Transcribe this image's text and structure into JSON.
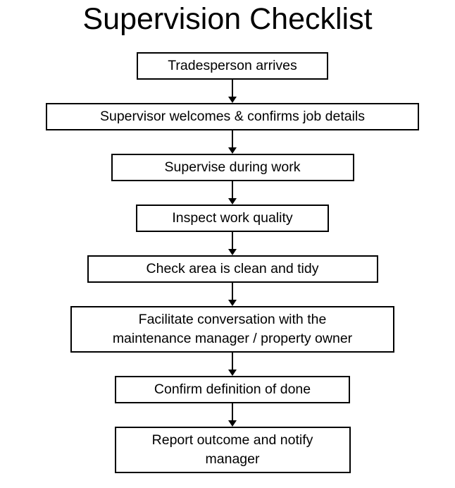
{
  "page": {
    "background_color": "#ffffff",
    "line_color": "#000000",
    "text_color": "#000000"
  },
  "title": "Supervision Checklist",
  "flowchart": {
    "steps": [
      {
        "lines": [
          "Tradesperson arrives"
        ]
      },
      {
        "lines": [
          "Supervisor welcomes & confirms job details"
        ]
      },
      {
        "lines": [
          "Supervise during work"
        ]
      },
      {
        "lines": [
          "Inspect work quality"
        ]
      },
      {
        "lines": [
          "Check area is clean and tidy"
        ]
      },
      {
        "lines": [
          "Facilitate conversation with the",
          "maintenance manager / property owner"
        ]
      },
      {
        "lines": [
          "Confirm definition of done"
        ]
      },
      {
        "lines": [
          "Report outcome and notify",
          "manager"
        ]
      }
    ]
  }
}
